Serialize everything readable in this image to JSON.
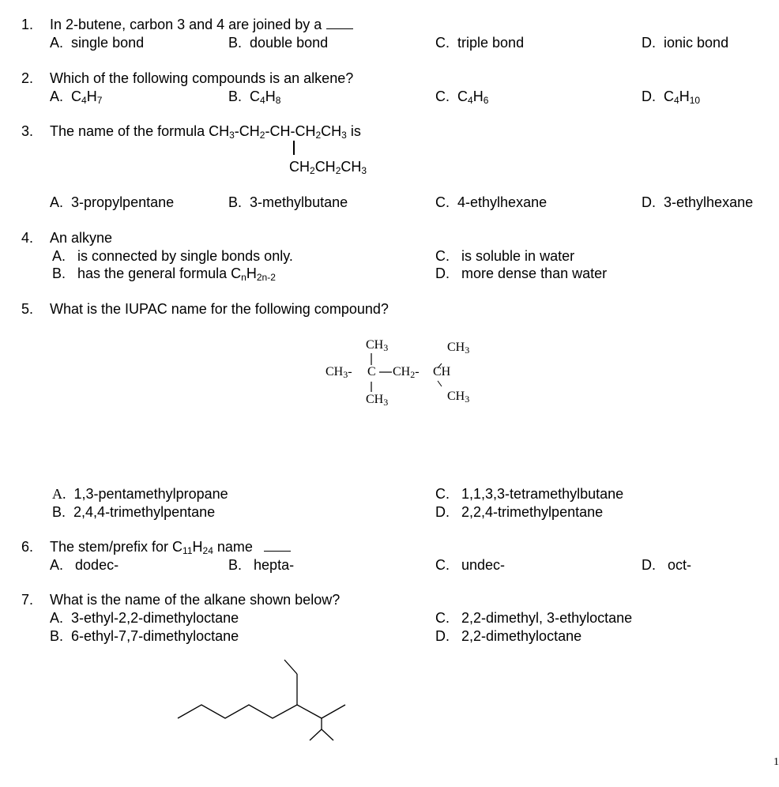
{
  "questions": [
    {
      "num": "1.",
      "prompt": "In 2-butene, carbon 3 and 4 are joined by a",
      "options": [
        {
          "letter": "A.",
          "text": "single bond"
        },
        {
          "letter": "B.",
          "text": "double bond"
        },
        {
          "letter": "C.",
          "text": "triple bond"
        },
        {
          "letter": "D.",
          "text": "ionic bond"
        }
      ]
    },
    {
      "num": "2.",
      "prompt": "Which of the following compounds is an alkene?",
      "options": [
        {
          "letter": "A.",
          "pre": "C",
          "s1": "4",
          "mid": "H",
          "s2": "7"
        },
        {
          "letter": "B.",
          "pre": "C",
          "s1": "4",
          "mid": "H",
          "s2": "8"
        },
        {
          "letter": "C.",
          "pre": "C",
          "s1": "4",
          "mid": "H",
          "s2": "6"
        },
        {
          "letter": "D.",
          "pre": "C",
          "s1": "4",
          "mid": "H",
          "s2": "10"
        }
      ]
    },
    {
      "num": "3.",
      "prompt_pre": "The name of the formula CH",
      "prompt_parts": [
        "3",
        "-CH",
        "2",
        "-CH-CH",
        "2",
        "CH",
        "3"
      ],
      "prompt_post": " is",
      "branch_parts": [
        "CH",
        "2",
        "CH",
        "2",
        "CH",
        "3"
      ],
      "options": [
        {
          "letter": "A.",
          "text": "3-propylpentane"
        },
        {
          "letter": "B.",
          "text": "3-methylbutane"
        },
        {
          "letter": "C.",
          "text": "4-ethylhexane"
        },
        {
          "letter": "D.",
          "text": "3-ethylhexane"
        }
      ]
    },
    {
      "num": "4.",
      "prompt": "An alkyne",
      "options": [
        {
          "letter": "A.",
          "text": "is connected by single bonds only."
        },
        {
          "letter": "B.",
          "text": "has the general formula C",
          "sub1": "n",
          "mid": "H",
          "sub2": "2n-2"
        },
        {
          "letter": "C.",
          "text": "is soluble in water"
        },
        {
          "letter": "D.",
          "text": "more dense than water"
        }
      ]
    },
    {
      "num": "5.",
      "prompt": "What is the IUPAC name for the following compound?",
      "structure": {
        "ch3": "CH",
        "three": "3",
        "ch2": "CH",
        "two": "2",
        "ch": "CH",
        "c": "C"
      },
      "options": [
        {
          "letter": "A.",
          "text": "1,3-pentamethylpropane"
        },
        {
          "letter": "B.",
          "text": "2,4,4-trimethylpentane"
        },
        {
          "letter": "C.",
          "text": "1,1,3,3-tetramethylbutane"
        },
        {
          "letter": "D.",
          "text": "2,2,4-trimethylpentane"
        }
      ]
    },
    {
      "num": "6.",
      "prompt_pre": "The stem/prefix for C",
      "s1": "11",
      "mid": "H",
      "s2": "24",
      "prompt_post": " name",
      "options": [
        {
          "letter": "A.",
          "text": "dodec-"
        },
        {
          "letter": "B.",
          "text": "hepta-"
        },
        {
          "letter": "C.",
          "text": "undec-"
        },
        {
          "letter": "D.",
          "text": "oct-"
        }
      ]
    },
    {
      "num": "7.",
      "prompt": "What is the name of the alkane shown below?",
      "options": [
        {
          "letter": "A.",
          "text": "3-ethyl-2,2-dimethyloctane"
        },
        {
          "letter": "B.",
          "text": "6-ethyl-7,7-dimethyloctane"
        },
        {
          "letter": "C.",
          "text": "2,2-dimethyl, 3-ethyloctane"
        },
        {
          "letter": "D.",
          "text": "2,2-dimethyloctane"
        }
      ]
    }
  ],
  "page_number": "1"
}
